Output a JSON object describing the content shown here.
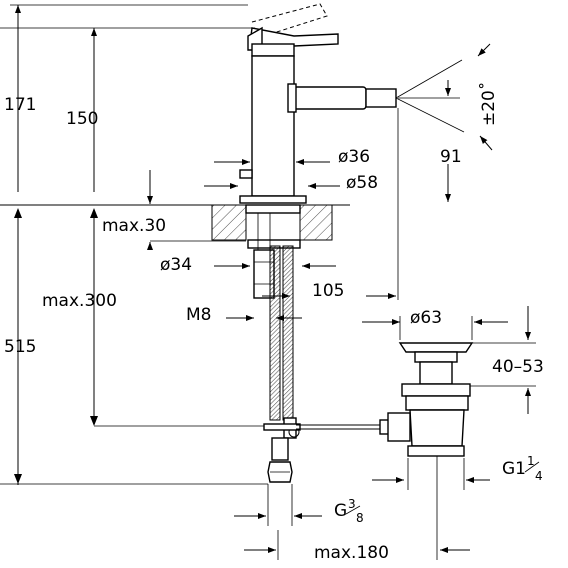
{
  "dimensions": {
    "d171": "171",
    "d150": "150",
    "d515": "515",
    "dmax300": "max.300",
    "dmax30": "max.30",
    "d36": "ø36",
    "d58": "ø58",
    "d34": "ø34",
    "d91": "91",
    "dangle": "±20˚",
    "d105": "105",
    "dM8": "M8",
    "d63": "ø63",
    "d4053": "40–53",
    "dG114_main": "G1",
    "dG114_num": "1",
    "dG114_den": "4",
    "dG38_main": "G",
    "dG38_num": "3",
    "dG38_den": "8",
    "dmax180": "max.180"
  }
}
